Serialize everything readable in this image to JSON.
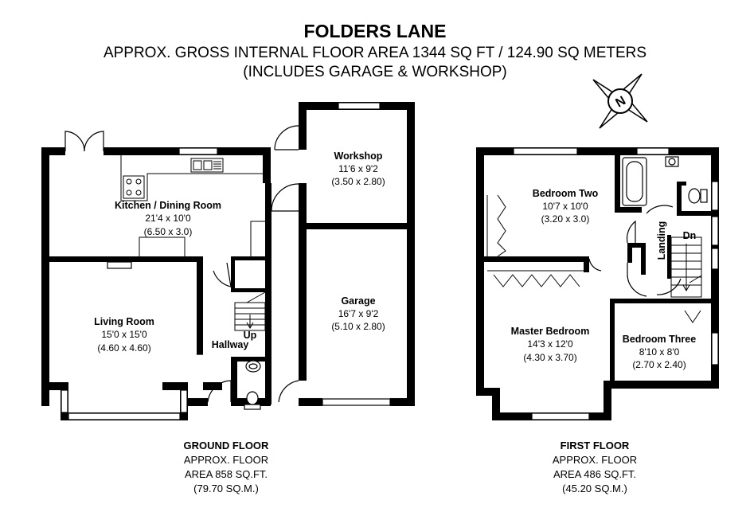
{
  "header": {
    "title": "FOLDERS LANE",
    "subtitle_line1": "APPROX. GROSS INTERNAL FLOOR AREA 1344 SQ FT / 124.90 SQ METERS",
    "subtitle_line2": "(INCLUDES GARAGE & WORKSHOP)"
  },
  "compass": {
    "letter": "N"
  },
  "ground_floor": {
    "name": "GROUND FLOOR",
    "area_line1": "APPROX. FLOOR",
    "area_line2": "AREA 858 SQ.FT.",
    "area_line3": "(79.70 SQ.M.)",
    "rooms": {
      "kitchen": {
        "name": "Kitchen / Dining Room",
        "imperial": "21'4 x 10'0",
        "metric": "(6.50 x 3.0)"
      },
      "living": {
        "name": "Living Room",
        "imperial": "15'0 x 15'0",
        "metric": "(4.60 x 4.60)"
      },
      "hallway": {
        "name": "Hallway"
      },
      "stairs": {
        "label": "Up"
      },
      "workshop": {
        "name": "Workshop",
        "imperial": "11'6 x 9'2",
        "metric": "(3.50 x 2.80)"
      },
      "garage": {
        "name": "Garage",
        "imperial": "16'7 x 9'2",
        "metric": "(5.10 x 2.80)"
      }
    }
  },
  "first_floor": {
    "name": "FIRST FLOOR",
    "area_line1": "APPROX. FLOOR",
    "area_line2": "AREA 486 SQ.FT.",
    "area_line3": "(45.20 SQ.M.)",
    "rooms": {
      "bedroom2": {
        "name": "Bedroom Two",
        "imperial": "10'7 x 10'0",
        "metric": "(3.20 x 3.0)"
      },
      "master": {
        "name": "Master Bedroom",
        "imperial": "14'3 x 12'0",
        "metric": "(4.30 x 3.70)"
      },
      "bedroom3": {
        "name": "Bedroom Three",
        "imperial": "8'10 x 8'0",
        "metric": "(2.70 x 2.40)"
      },
      "landing": {
        "name": "Landing"
      },
      "stairs": {
        "label": "Dn"
      }
    }
  }
}
